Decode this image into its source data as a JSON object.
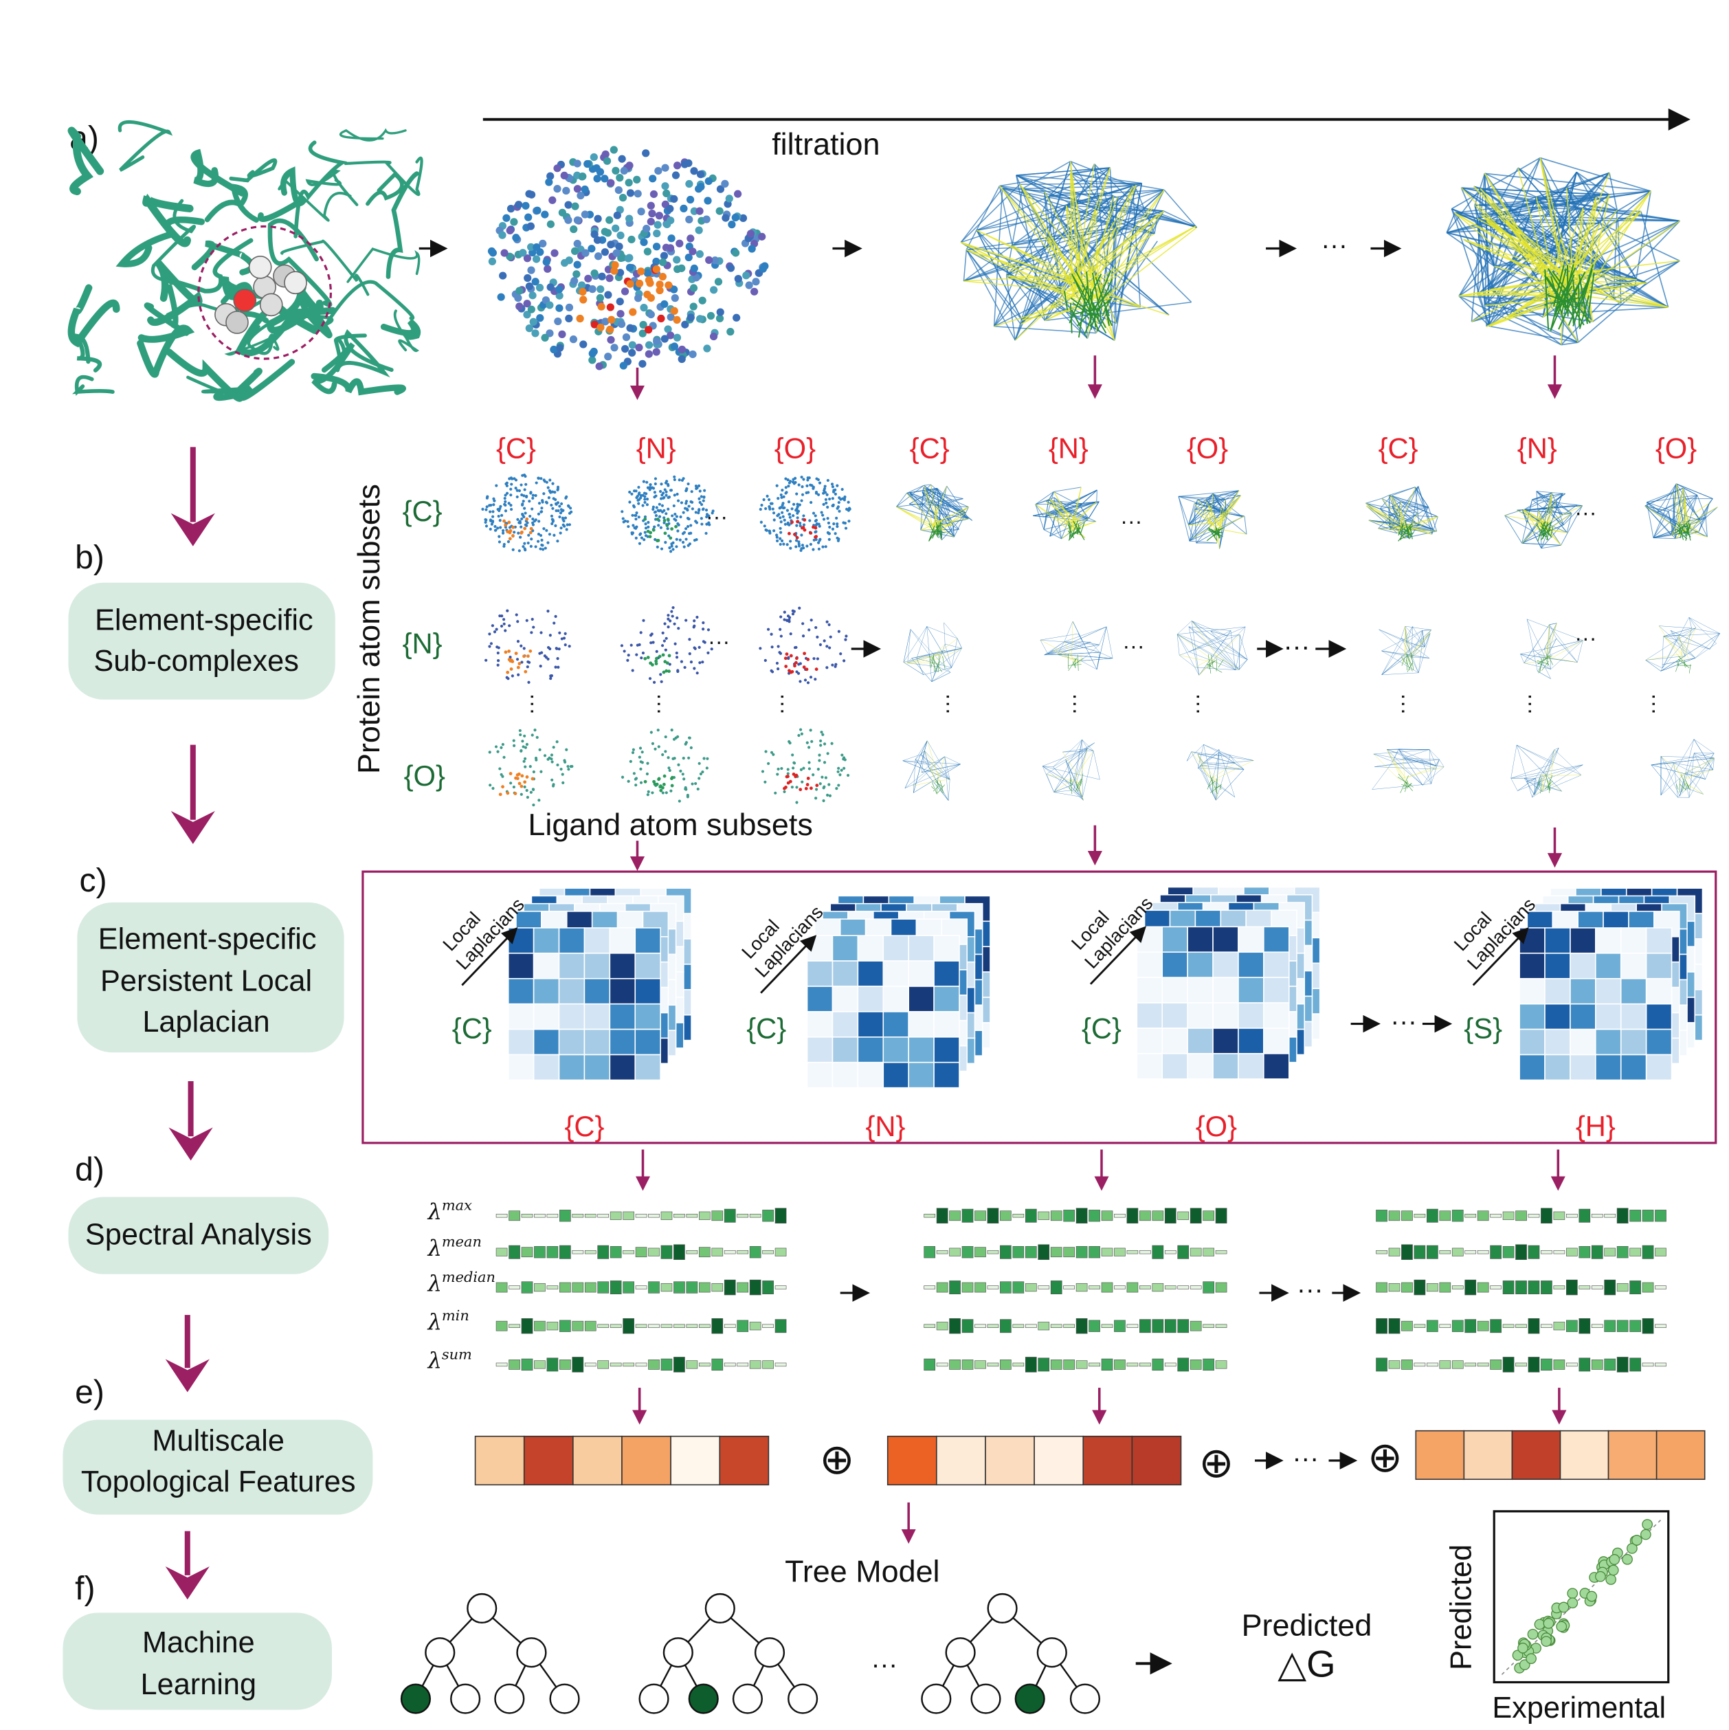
{
  "panel_labels": [
    "a)",
    "b)",
    "c)",
    "d)",
    "e)",
    "f)"
  ],
  "steps": {
    "b": [
      "Element-specific",
      "Sub-complexes"
    ],
    "c": [
      "Element-specific",
      "Persistent Local",
      "Laplacian"
    ],
    "d": [
      "Spectral Analysis"
    ],
    "e": [
      "Multiscale",
      "Topological Features"
    ],
    "f": [
      "Machine",
      "Learning"
    ]
  },
  "filtration_label": "filtration",
  "ellipsis": "···",
  "ligand_headers": [
    "{C}",
    "{N}",
    "{O}"
  ],
  "protein_rows": [
    "{C}",
    "{N}",
    "{O}"
  ],
  "protein_axis_label": "Protein atom subsets",
  "ligand_axis_label": "Ligand atom subsets",
  "laplacian": {
    "axis_label": [
      "Local",
      "Laplacians"
    ],
    "protein_labels": [
      "{C}",
      "{C}",
      "{C}",
      "{S}"
    ],
    "ligand_labels": [
      "{C}",
      "{N}",
      "{O}",
      "{H}"
    ]
  },
  "spectral": {
    "lambda_symbol": "λ",
    "stats": [
      "max",
      "mean",
      "median",
      "min",
      "sum"
    ]
  },
  "features": {
    "concat_symbol": "⊕",
    "vectors": [
      [
        "#f9cca0",
        "#c5432a",
        "#f9cca0",
        "#f5a265",
        "#fff6ec",
        "#c8472b"
      ],
      [
        "#ec6224",
        "#fdebd8",
        "#fbdcbf",
        "#fff1e3",
        "#c0422a",
        "#b83b29"
      ],
      [
        "#f5a466",
        "#fbd6b2",
        "#c0402a",
        "#fde6cb",
        "#f7ad72",
        "#f5a466"
      ]
    ]
  },
  "ml": {
    "tree_model_label": "Tree Model",
    "predicted_label": [
      "Predicted",
      "△G"
    ],
    "plot_ylabel": "Predicted",
    "plot_xlabel": "Experimental"
  },
  "colors": {
    "accent": "#9b1f63",
    "step_box": "#d7ebe1",
    "ribbon": "#2f9e7c",
    "network_blue": "#1f6fb5",
    "network_yellow": "#e6e62a",
    "network_green": "#2a8f2f",
    "ligand_red": "#e8202a",
    "element_green": "#1c6b35"
  }
}
